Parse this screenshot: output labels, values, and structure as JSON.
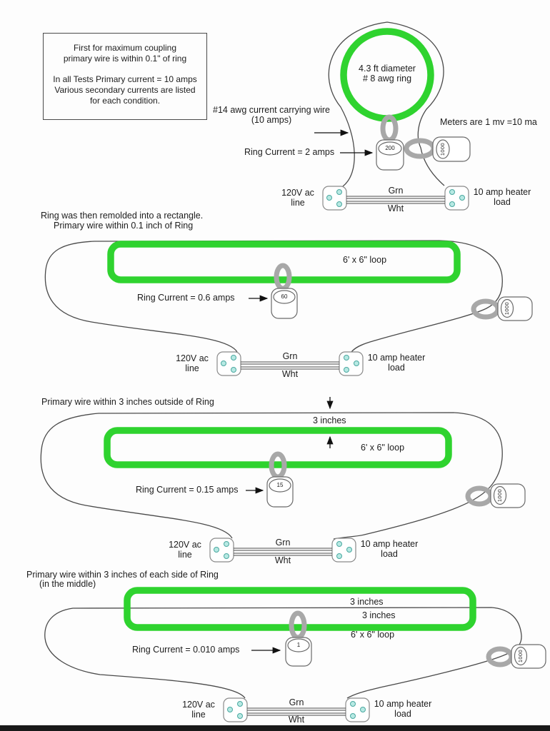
{
  "notes_box": {
    "para1": [
      "First for maximum coupling",
      "primary wire is within 0.1\" of ring"
    ],
    "para2": [
      "In all Tests Primary current = 10 amps",
      "Various secondary currents are listed",
      "for each condition."
    ]
  },
  "meters_note": "Meters are 1 mv =10 ma",
  "colors": {
    "ring_green": "#2fd32f",
    "clamp_gray": "#a8a8a8",
    "plug_dot_cyan": "#b7e9e3",
    "wire_gray": "#4a4a4a"
  },
  "section1": {
    "ring_label": [
      "4.3 ft diameter",
      "# 8 awg ring"
    ],
    "wire_label": [
      "#14 awg current carrying wire",
      "(10 amps)"
    ],
    "ring_current": "Ring Current = 2 amps",
    "ring_meter": "200",
    "line_meter": "1000"
  },
  "section2": {
    "header": [
      "Ring was then remolded into a rectangle.",
      "Primary wire within 0.1 inch of Ring"
    ],
    "loop_label": "6' x 6\" loop",
    "ring_current": "Ring Current = 0.6 amps",
    "ring_meter": "60",
    "line_meter": "1000"
  },
  "section3": {
    "header": "Primary wire within 3 inches outside of Ring",
    "gap_label": "3 inches",
    "loop_label": "6' x 6\" loop",
    "ring_current": "Ring Current = 0.15 amps",
    "ring_meter": "15",
    "line_meter": "1000"
  },
  "section4": {
    "header": [
      "Primary wire within 3 inches of each side of Ring",
      "(in the middle)"
    ],
    "gap_label_top": "3 inches",
    "gap_label_bottom": "3 inches",
    "loop_label": "6' x 6\" loop",
    "ring_current": "Ring Current = 0.010 amps",
    "ring_meter": "1",
    "line_meter": "1000"
  },
  "power_row": {
    "supply": [
      "120V ac",
      "line"
    ],
    "load": [
      "10 amp heater",
      "load"
    ],
    "green_wire": "Grn",
    "white_wire": "Wht"
  }
}
